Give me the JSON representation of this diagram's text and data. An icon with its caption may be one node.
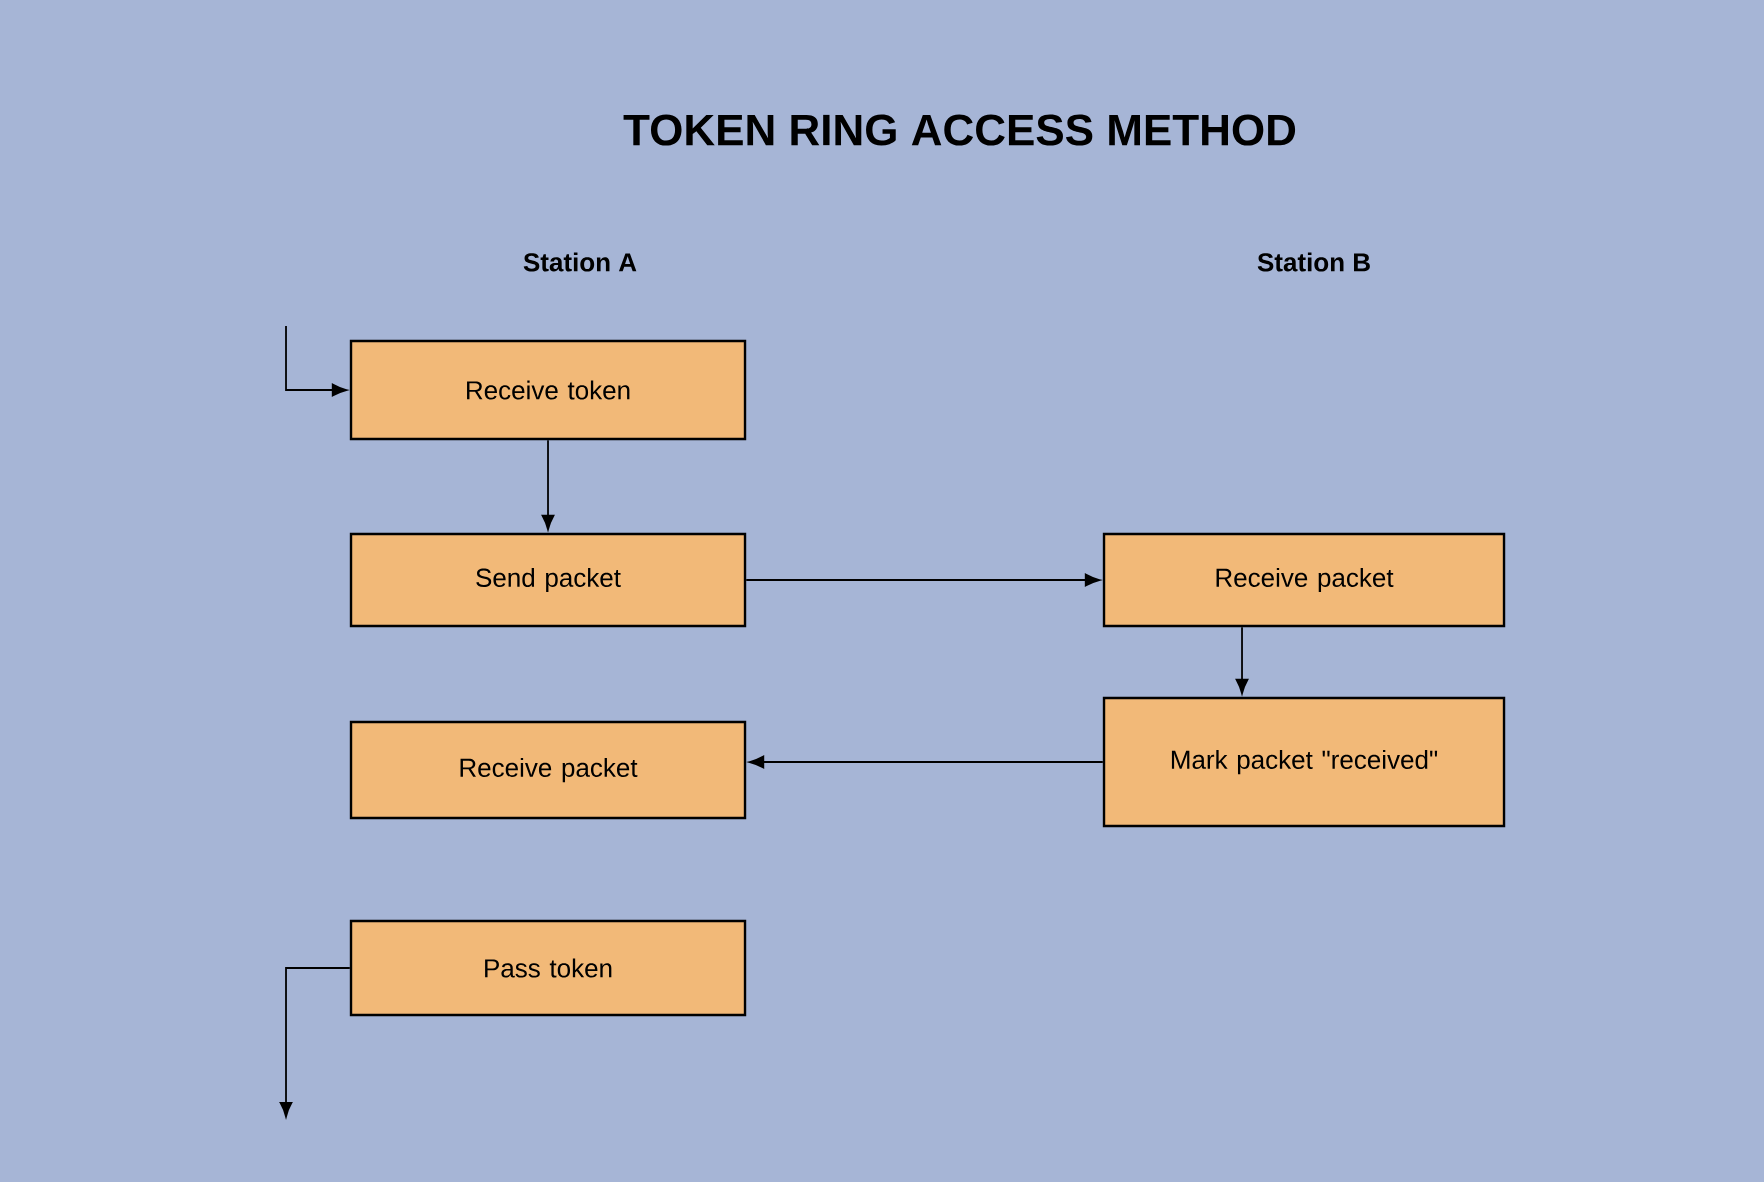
{
  "diagram": {
    "title": "TOKEN RING ACCESS METHOD",
    "nodes": [
      {
        "text": [
          "Receive token"
        ]
      },
      {
        "text": [
          "Send packet"
        ]
      },
      {
        "text": [
          "Receive packet"
        ]
      },
      {
        "text": [
          "Mark packet \"received\""
        ]
      },
      {
        "text": [
          "Receive packet"
        ]
      },
      {
        "text": [
          "Pass token"
        ]
      }
    ],
    "edges": [
      {
        "from": null,
        "to": 0,
        "arrow": "to"
      },
      {
        "from": 0,
        "to": 1,
        "arrow": "to"
      },
      {
        "from": 1,
        "to": 2,
        "arrow": "to"
      },
      {
        "from": 2,
        "to": 3,
        "arrow": "to"
      },
      {
        "from": 3,
        "to": 4,
        "arrow": "to"
      },
      {
        "from": 5,
        "to": null,
        "arrow": "to"
      }
    ],
    "labels": [
      "Station A",
      "Station B"
    ]
  }
}
